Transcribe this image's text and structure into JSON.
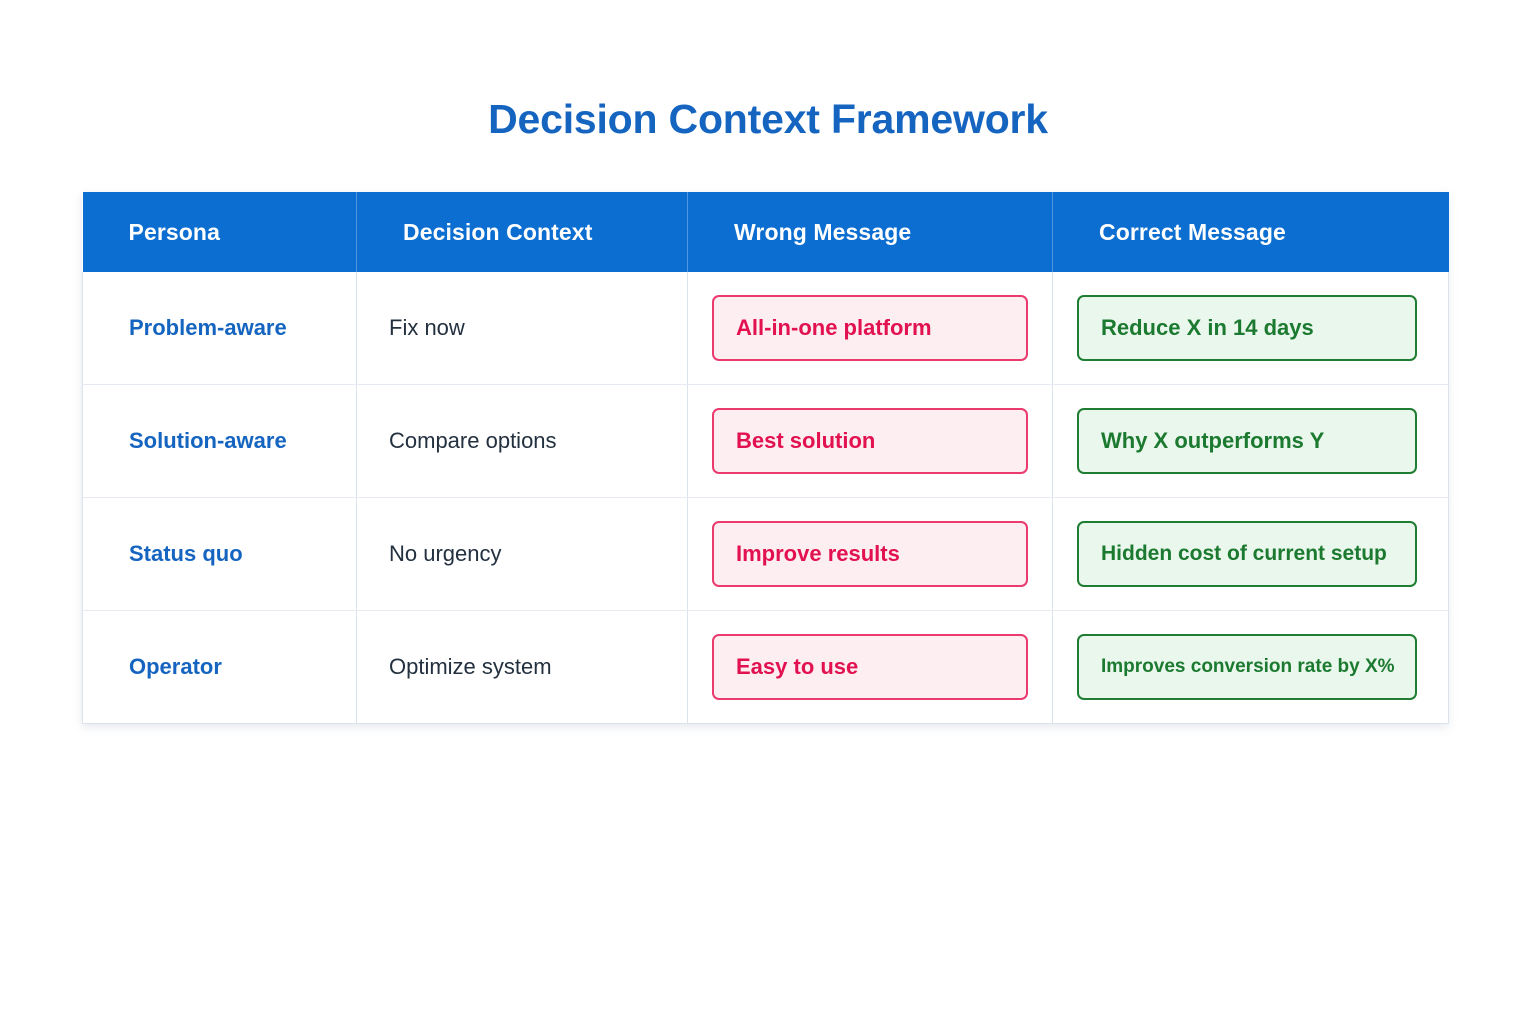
{
  "page": {
    "title": "Decision Context Framework",
    "background_color": "#ffffff"
  },
  "theme": {
    "header_bg": "#0d6ed1",
    "header_text": "#ffffff",
    "title_color": "#1565c0",
    "persona_color": "#1565c0",
    "context_color": "#23303f",
    "wrong_bg": "#fdeef2",
    "wrong_border": "#ea3a6e",
    "wrong_text": "#e2114f",
    "correct_bg": "#eaf7ec",
    "correct_border": "#1e7d32",
    "correct_text": "#1b7a30",
    "grid_line": "#dde3ec"
  },
  "table": {
    "columns": [
      {
        "key": "persona",
        "label": "Persona"
      },
      {
        "key": "context",
        "label": "Decision Context"
      },
      {
        "key": "wrong",
        "label": "Wrong Message"
      },
      {
        "key": "correct",
        "label": "Correct Message"
      }
    ],
    "rows": [
      {
        "persona": "Problem-aware",
        "context": "Fix now",
        "wrong": "All-in-one platform",
        "correct": "Reduce X in 14 days"
      },
      {
        "persona": "Solution-aware",
        "context": "Compare options",
        "wrong": "Best solution",
        "correct": "Why X outperforms Y"
      },
      {
        "persona": "Status quo",
        "context": "No urgency",
        "wrong": "Improve results",
        "correct": "Hidden cost of current setup"
      },
      {
        "persona": "Operator",
        "context": "Optimize system",
        "wrong": "Easy to use",
        "correct": "Improves conversion rate by X%"
      }
    ]
  }
}
